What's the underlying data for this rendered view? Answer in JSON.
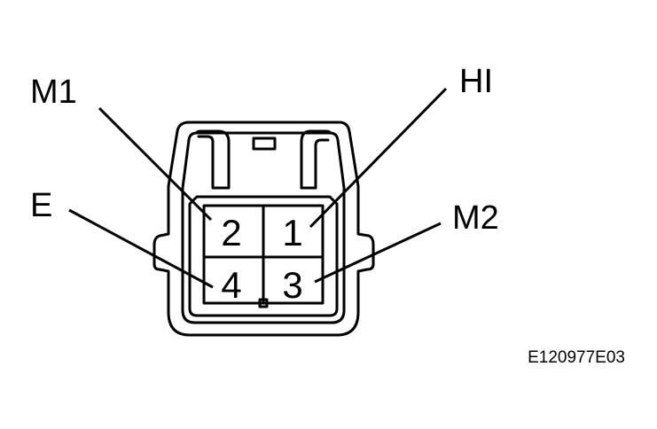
{
  "connector": {
    "pins": [
      {
        "number": "2",
        "label": "M1"
      },
      {
        "number": "1",
        "label": "HI"
      },
      {
        "number": "4",
        "label": "E"
      },
      {
        "number": "3",
        "label": "M2"
      }
    ]
  },
  "figure_id": "E120977E03",
  "colors": {
    "line": "#000000",
    "background": "#ffffff"
  }
}
